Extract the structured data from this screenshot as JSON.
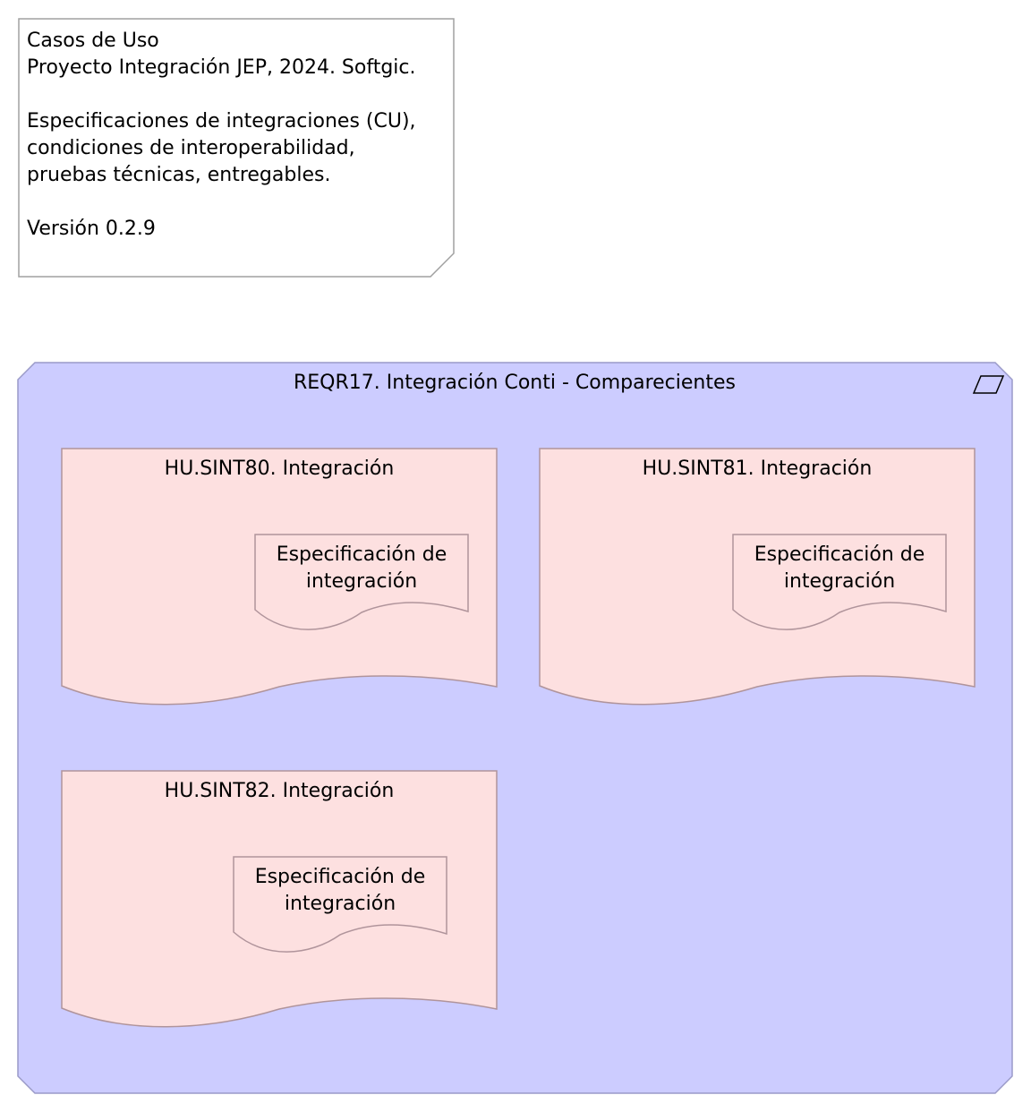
{
  "note": {
    "lines": [
      "Casos de Uso",
      "Proyecto Integración JEP, 2024. Softgic.",
      "",
      "Especificaciones de integraciones (CU),",
      "condiciones de interoperabilidad,",
      "pruebas técnicas, entregables.",
      "",
      "Versión 0.2.9"
    ]
  },
  "requirement": {
    "title": "REQR17. Integración Conti - Comparecientes",
    "icon": "requirement-parallelogram-icon",
    "stories": [
      {
        "title": "HU.SINT80. Integración",
        "artifact": {
          "line1": "Especificación de",
          "line2": "integración"
        }
      },
      {
        "title": "HU.SINT81. Integración",
        "artifact": {
          "line1": "Especificación de",
          "line2": "integración"
        }
      },
      {
        "title": "HU.SINT82. Integración",
        "artifact": {
          "line1": "Especificación de",
          "line2": "integración"
        }
      }
    ]
  },
  "colors": {
    "note_fill": "#ffffff",
    "note_border": "#a0a0a0",
    "group_fill": "#ccccff",
    "group_border": "#9a9ac8",
    "story_fill": "#fde0e0",
    "story_border": "#b0949b"
  }
}
